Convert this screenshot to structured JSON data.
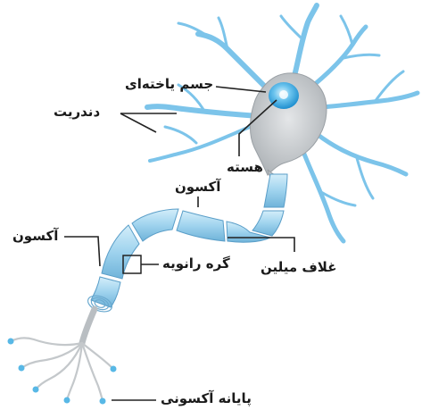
{
  "labels": {
    "cell_body": "جسم یاخته‌ای",
    "dendrites": "دندریت",
    "nucleus": "هسته",
    "axon_upper": "آکسون",
    "axon_left": "آکسون",
    "node_of_ranvier": "گره رانویه",
    "myelin_sheath": "غلاف میلین",
    "axon_terminals": "پایانه آکسونی"
  },
  "colors": {
    "dendrite": "#7cc4ea",
    "dendrite_tip": "#b5e2f7",
    "soma": "#c9cccf",
    "nucleus": "#3aa7df",
    "myelin": "#a9d8f0",
    "myelin_dark": "#6fb3d9",
    "axon_core": "#b9bec2",
    "terminal_bulb": "#58b8e6",
    "leader_line": "#222222"
  }
}
